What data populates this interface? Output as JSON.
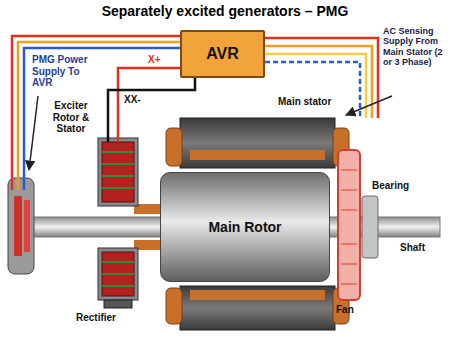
{
  "diagram": {
    "title": "Separately excited generators – PMG",
    "nodes": [
      {
        "text": [
          "AVR"
        ]
      },
      {
        "text": [
          "Main Rotor"
        ]
      }
    ],
    "labels": [
      "PMG Power Supply To AVR",
      "X+",
      "XX-",
      "AC Sensing Supply From Main Stator (2 or 3 Phase)",
      "Main stator",
      "Exciter Rotor & Stator",
      "Rectifier",
      "Fan",
      "Bearing",
      "Shaft"
    ]
  }
}
